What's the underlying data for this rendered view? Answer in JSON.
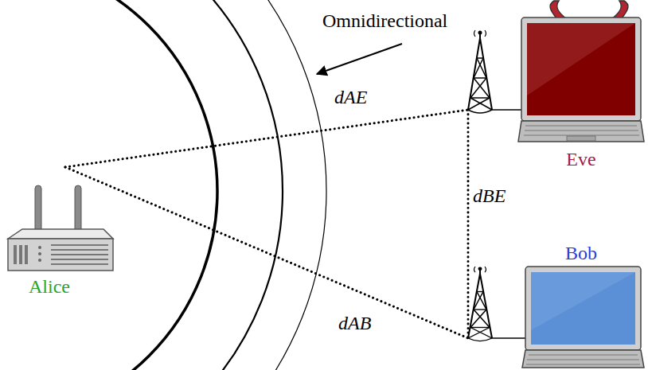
{
  "diagram": {
    "nodes": [
      {
        "text": [
          "Alice"
        ]
      },
      {
        "text": [
          "Eve"
        ]
      },
      {
        "text": [
          "Bob"
        ]
      }
    ],
    "edges": [
      {
        "from": 0,
        "to": 1,
        "label": "dAE",
        "arrow": "none"
      },
      {
        "from": 1,
        "to": 2,
        "label": "dBE",
        "arrow": "none"
      },
      {
        "from": 0,
        "to": 2,
        "label": "dAB",
        "arrow": "none"
      }
    ],
    "labels": [
      "Omnidirectional"
    ]
  }
}
